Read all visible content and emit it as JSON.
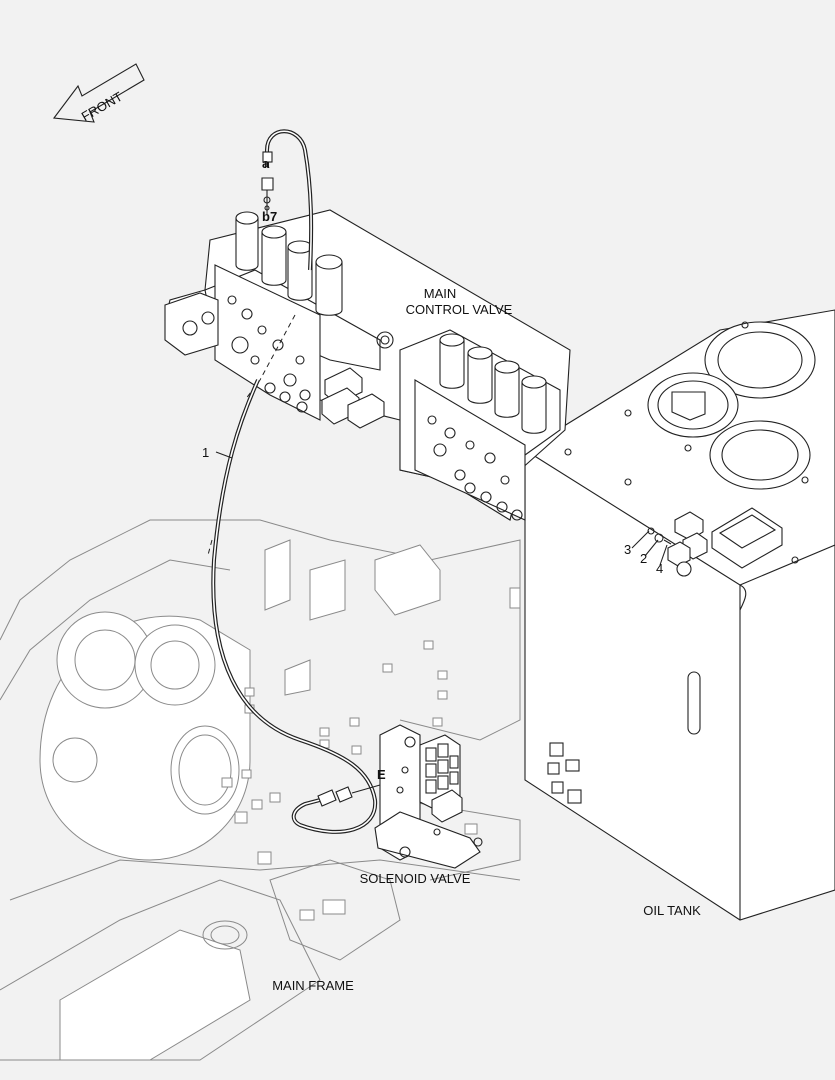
{
  "labels": {
    "front": "FRONT",
    "main_control_valve_line1": "MAIN",
    "main_control_valve_line2": "CONTROL VALVE",
    "solenoid_valve": "SOLENOID VALVE",
    "oil_tank": "OIL TANK",
    "main_frame": "MAIN FRAME",
    "port_a": "a",
    "port_b7": "b7",
    "port_e": "E",
    "callout_1": "1",
    "callout_2": "2",
    "callout_3": "3",
    "callout_4": "4"
  }
}
